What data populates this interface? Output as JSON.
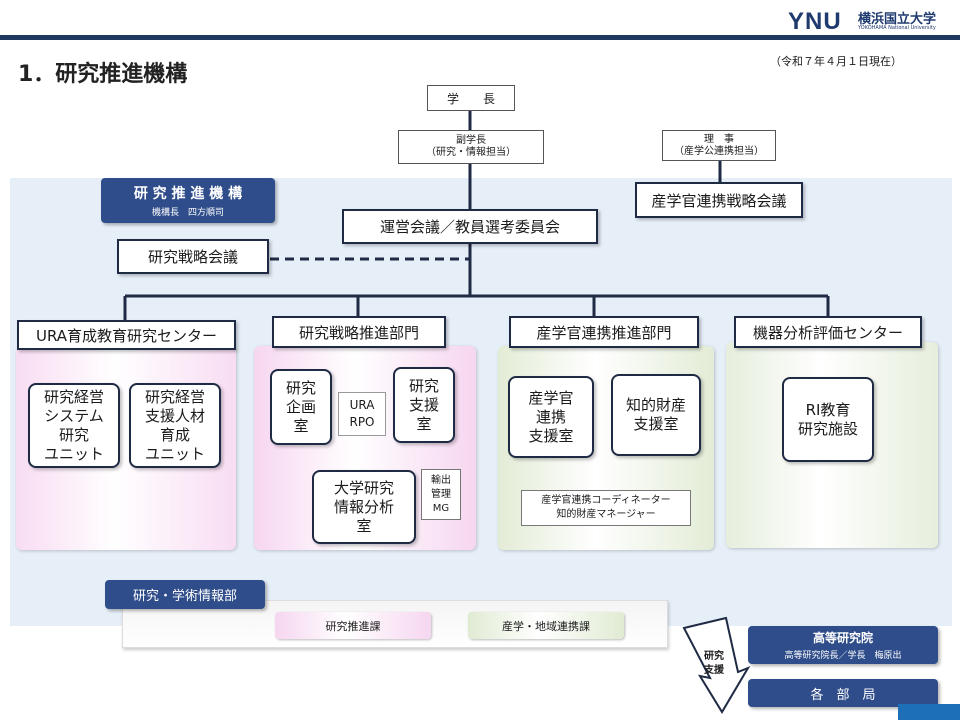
{
  "header": {
    "logo_text": "YNU",
    "logo_jp": "横浜国立大学",
    "logo_en": "YOKOHAMA National University",
    "title": "1．研究推進機構",
    "date_note": "（令和７年４月１日現在）"
  },
  "top": {
    "president": "学　　長",
    "vice_president_title": "副学長",
    "vice_president_role": "（研究・情報担当）",
    "director_title": "理　事",
    "director_role": "（産学公連携担当）"
  },
  "organization": {
    "name": "研 究 推 進 機 構",
    "head": "機構長　四方順司",
    "council": "運営会議／教員選考委員会",
    "strategy_council": "研究戦略会議",
    "industry_council": "産学官連携戦略会議"
  },
  "departments": [
    {
      "name": "URA育成教育研究センター",
      "units": [
        "研究経営\nシステム\n研究\nユニット",
        "研究経営\n支援人材\n育成\nユニット"
      ]
    },
    {
      "name": "研究戦略推進部門",
      "units": [
        "研究\n企画\n室",
        "研究\n支援\n室",
        "大学研究\n情報分析\n室"
      ],
      "ura": "URA\nRPO",
      "export": "輸出\n管理\nMG"
    },
    {
      "name": "産学官連携推進部門",
      "units": [
        "産学官\n連携\n支援室",
        "知的財産\n支援室"
      ],
      "coordinator": "産学官連携コーディネーター\n知的財産マネージャー"
    },
    {
      "name": "機器分析評価センター",
      "units": [
        "RI教育\n研究施設"
      ]
    }
  ],
  "office": {
    "name": "研究・学術情報部",
    "sections": [
      "研究推進課",
      "産学・地域連携課"
    ]
  },
  "bottom": {
    "support": "研究\n支援",
    "institute_name": "高等研究院",
    "institute_head": "高等研究院長／学長　梅原出",
    "faculties": "各　部　局"
  },
  "colors": {
    "navy": "#2f4d8a",
    "header_bar": "#1f3a5f",
    "panel_bg": "#e6eef8",
    "pink": "#f6d9f1",
    "green": "#e3ecd7"
  }
}
